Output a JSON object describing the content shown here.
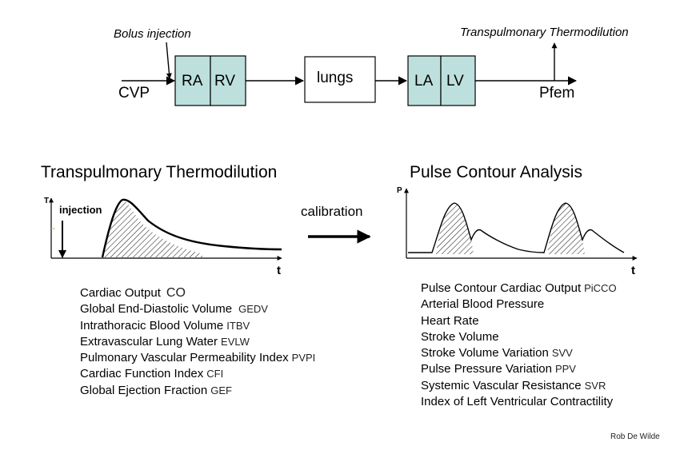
{
  "flow": {
    "bolus_label": "Bolus injection",
    "tpt_label": "Transpulmonary Thermodilution",
    "cvp_label": "CVP",
    "pfem_label": "Pfem",
    "boxes": [
      {
        "label": "RA"
      },
      {
        "label": "RV"
      },
      {
        "label": "lungs"
      },
      {
        "label": "LA"
      },
      {
        "label": "LV"
      }
    ],
    "box_fill": "#bde0de"
  },
  "left_panel": {
    "title": "Transpulmonary Thermodilution",
    "axis_y_label": "T",
    "axis_x_label": "t",
    "injection_label": "injection",
    "params": [
      {
        "name": "Cardiac Output",
        "abbr": "CO"
      },
      {
        "name": "Global End-Diastolic Volume",
        "abbr": "GEDV"
      },
      {
        "name": "Intrathoracic Blood Volume",
        "abbr": "ITBV"
      },
      {
        "name": "Extravascular Lung Water",
        "abbr": "EVLW"
      },
      {
        "name": "Pulmonary Vascular Permeability Index",
        "abbr": "PVPI"
      },
      {
        "name": "Cardiac Function Index",
        "abbr": "CFI"
      },
      {
        "name": "Global Ejection Fraction",
        "abbr": "GEF"
      }
    ]
  },
  "middle": {
    "calibration_label": "calibration"
  },
  "right_panel": {
    "title": "Pulse Contour Analysis",
    "axis_y_label": "P",
    "axis_x_label": "t",
    "params": [
      {
        "name": "Pulse Contour Cardiac Output",
        "abbr": "PiCCO"
      },
      {
        "name": "Arterial Blood Pressure",
        "abbr": ""
      },
      {
        "name": "Heart Rate",
        "abbr": ""
      },
      {
        "name": "Stroke Volume",
        "abbr": ""
      },
      {
        "name": "Stroke Volume Variation",
        "abbr": "SVV"
      },
      {
        "name": "Pulse Pressure Variation",
        "abbr": "PPV"
      },
      {
        "name": "Systemic Vascular Resistance",
        "abbr": "SVR"
      },
      {
        "name": "Index of Left Ventricular Contractility",
        "abbr": ""
      }
    ]
  },
  "credit": "Rob De Wilde"
}
